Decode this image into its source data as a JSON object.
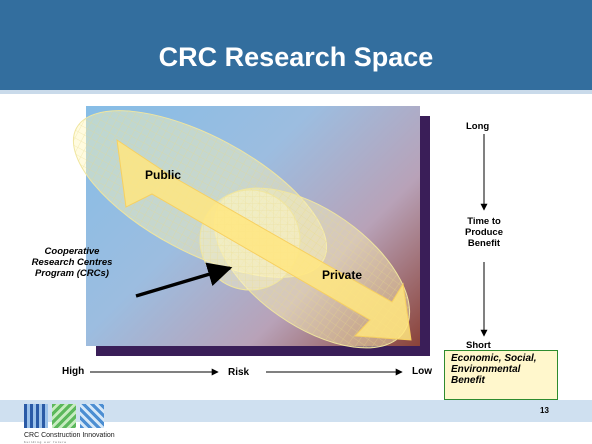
{
  "slide": {
    "title": "CRC Research Space",
    "page_number": "13"
  },
  "diagram": {
    "public_label": "Public",
    "private_label": "Private",
    "crc_label_line1": "Cooperative",
    "crc_label_line2": "Research Centres",
    "crc_label_line3": "Program (CRCs)",
    "colors": {
      "header": "#336e9e",
      "arrow": "#ffe680",
      "ellipse_fill": "#fff6b8",
      "benefit_border": "#2e8b2e"
    }
  },
  "risk_axis": {
    "high": "High",
    "risk": "Risk",
    "low": "Low"
  },
  "time_axis": {
    "long": "Long",
    "label_line1": "Time to",
    "label_line2": "Produce",
    "label_line3": "Benefit",
    "short": "Short"
  },
  "benefit_box": {
    "line1": "Economic, Social,",
    "line2": "Environmental",
    "line3": "Benefit"
  },
  "logo": {
    "name": "CRC Construction Innovation",
    "tagline": "building our future"
  }
}
